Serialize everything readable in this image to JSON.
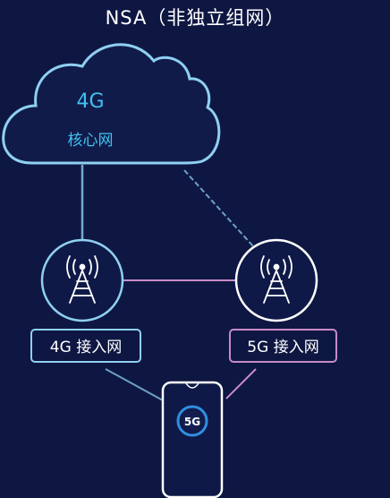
{
  "title": "NSA（非独立组网）",
  "core_network": {
    "generation": "4G",
    "label": "核心网"
  },
  "access_networks": [
    {
      "label": "4G 接入网",
      "color": "#8fd0f2",
      "icon": "antenna-tower-icon"
    },
    {
      "label": "5G 接入网",
      "color": "#c88bc8",
      "icon": "antenna-tower-icon"
    }
  ],
  "device": {
    "badge": "5G",
    "icon": "smartphone-icon"
  },
  "colors": {
    "background": "#0e1742",
    "cloud_outline": "#8fd0f2",
    "cloud_text": "#3fc3f0",
    "link_4g": "#8fd0f2",
    "link_5g": "#c88bc8",
    "badge_ring": "#2f8fe0"
  }
}
